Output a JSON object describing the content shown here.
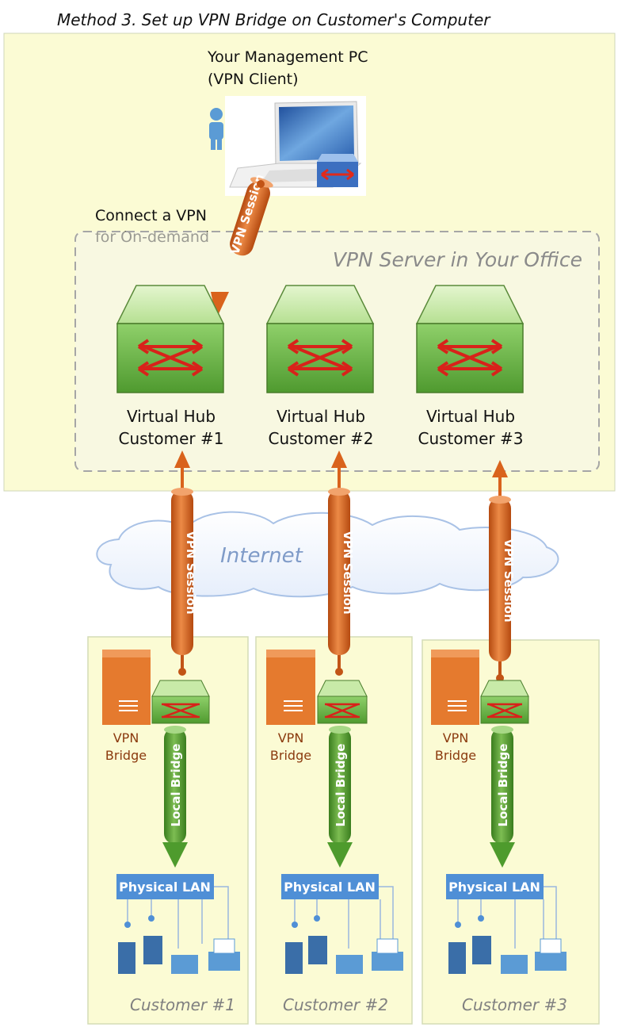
{
  "title": "Method 3. Set up VPN Bridge on Customer's Computer",
  "management_pc": {
    "line1": "Your Management PC",
    "line2": "(VPN Client)"
  },
  "connect_label": {
    "line1": "Connect a VPN",
    "line2": "for On-demand"
  },
  "server_label": "VPN Server in Your Office",
  "internet_label": "Internet",
  "session_label": "VPN Session",
  "local_bridge_label": "Local Bridge",
  "hubs": [
    {
      "line1": "Virtual Hub",
      "line2": "Customer #1"
    },
    {
      "line1": "Virtual Hub",
      "line2": "Customer #2"
    },
    {
      "line1": "Virtual Hub",
      "line2": "Customer #3"
    }
  ],
  "customers": [
    {
      "bridge1": "VPN",
      "bridge2": "Bridge",
      "lan": "Physical LAN",
      "name": "Customer #1"
    },
    {
      "bridge1": "VPN",
      "bridge2": "Bridge",
      "lan": "Physical LAN",
      "name": "Customer #2"
    },
    {
      "bridge1": "VPN",
      "bridge2": "Bridge",
      "lan": "Physical LAN",
      "name": "Customer #3"
    }
  ],
  "colors": {
    "office_bg": "#fbfbd4",
    "session_orange": "#d9631c",
    "bridge_green": "#4e9b2d",
    "hub_green": "#7cc060",
    "lan_blue": "#4f8fd6",
    "server_orange": "#e57a2e"
  }
}
